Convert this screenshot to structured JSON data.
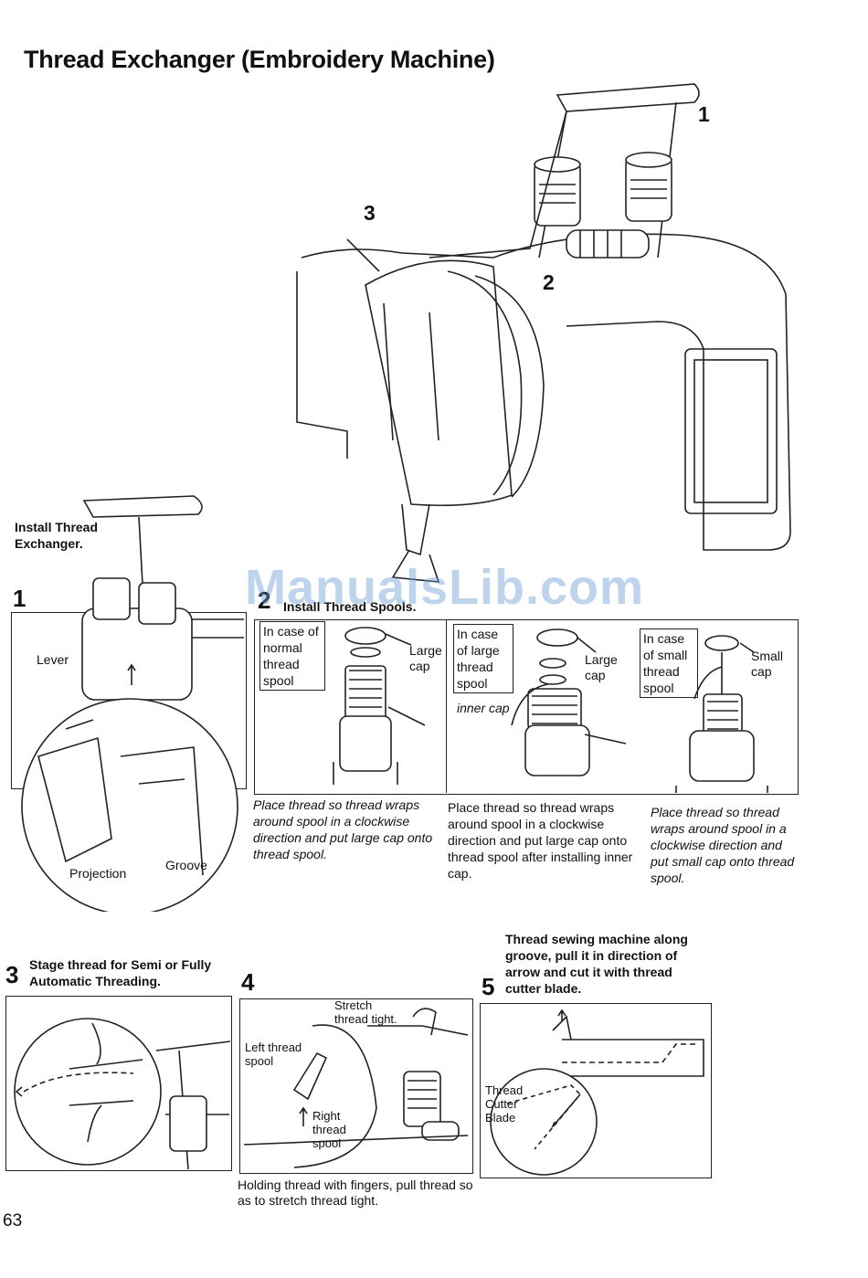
{
  "page": {
    "title": "Thread Exchanger (Embroidery Machine)",
    "page_number": "63",
    "watermark": "ManualsLib.com"
  },
  "main_figure": {
    "callout_1": "1",
    "callout_2": "2",
    "callout_3": "3"
  },
  "step1": {
    "number": "1",
    "heading": "Install Thread Exchanger.",
    "label_lever": "Lever",
    "label_projection": "Projection",
    "label_groove": "Groove"
  },
  "step2": {
    "number": "2",
    "heading": "Install Thread Spools.",
    "panels": [
      {
        "tag": "In case of normal thread spool",
        "label_cap": "Large cap",
        "caption": "Place thread so thread wraps around spool in a clockwise direction and put large cap onto thread spool."
      },
      {
        "tag": "In case of large thread spool",
        "label_cap": "Large cap",
        "label_inner": "inner cap",
        "caption": "Place thread so thread wraps around spool in a clockwise direction and put large cap onto thread spool after installing inner cap."
      },
      {
        "tag": "In case of small thread spool",
        "label_cap": "Small cap",
        "caption": "Place thread so thread wraps around spool in a clockwise direction and put small cap onto thread spool."
      }
    ]
  },
  "step3": {
    "number": "3",
    "heading": "Stage thread for Semi or Fully Automatic Threading."
  },
  "step4": {
    "number": "4",
    "label_stretch": "Stretch thread tight.",
    "label_left": "Left thread spool",
    "label_right": "Right thread spool",
    "caption": "Holding thread with fingers, pull thread so as to stretch thread tight."
  },
  "step5": {
    "number": "5",
    "heading": "Thread sewing machine along groove, pull it in direction of arrow and cut it with thread cutter blade.",
    "label_blade": "Thread Cutter Blade"
  }
}
